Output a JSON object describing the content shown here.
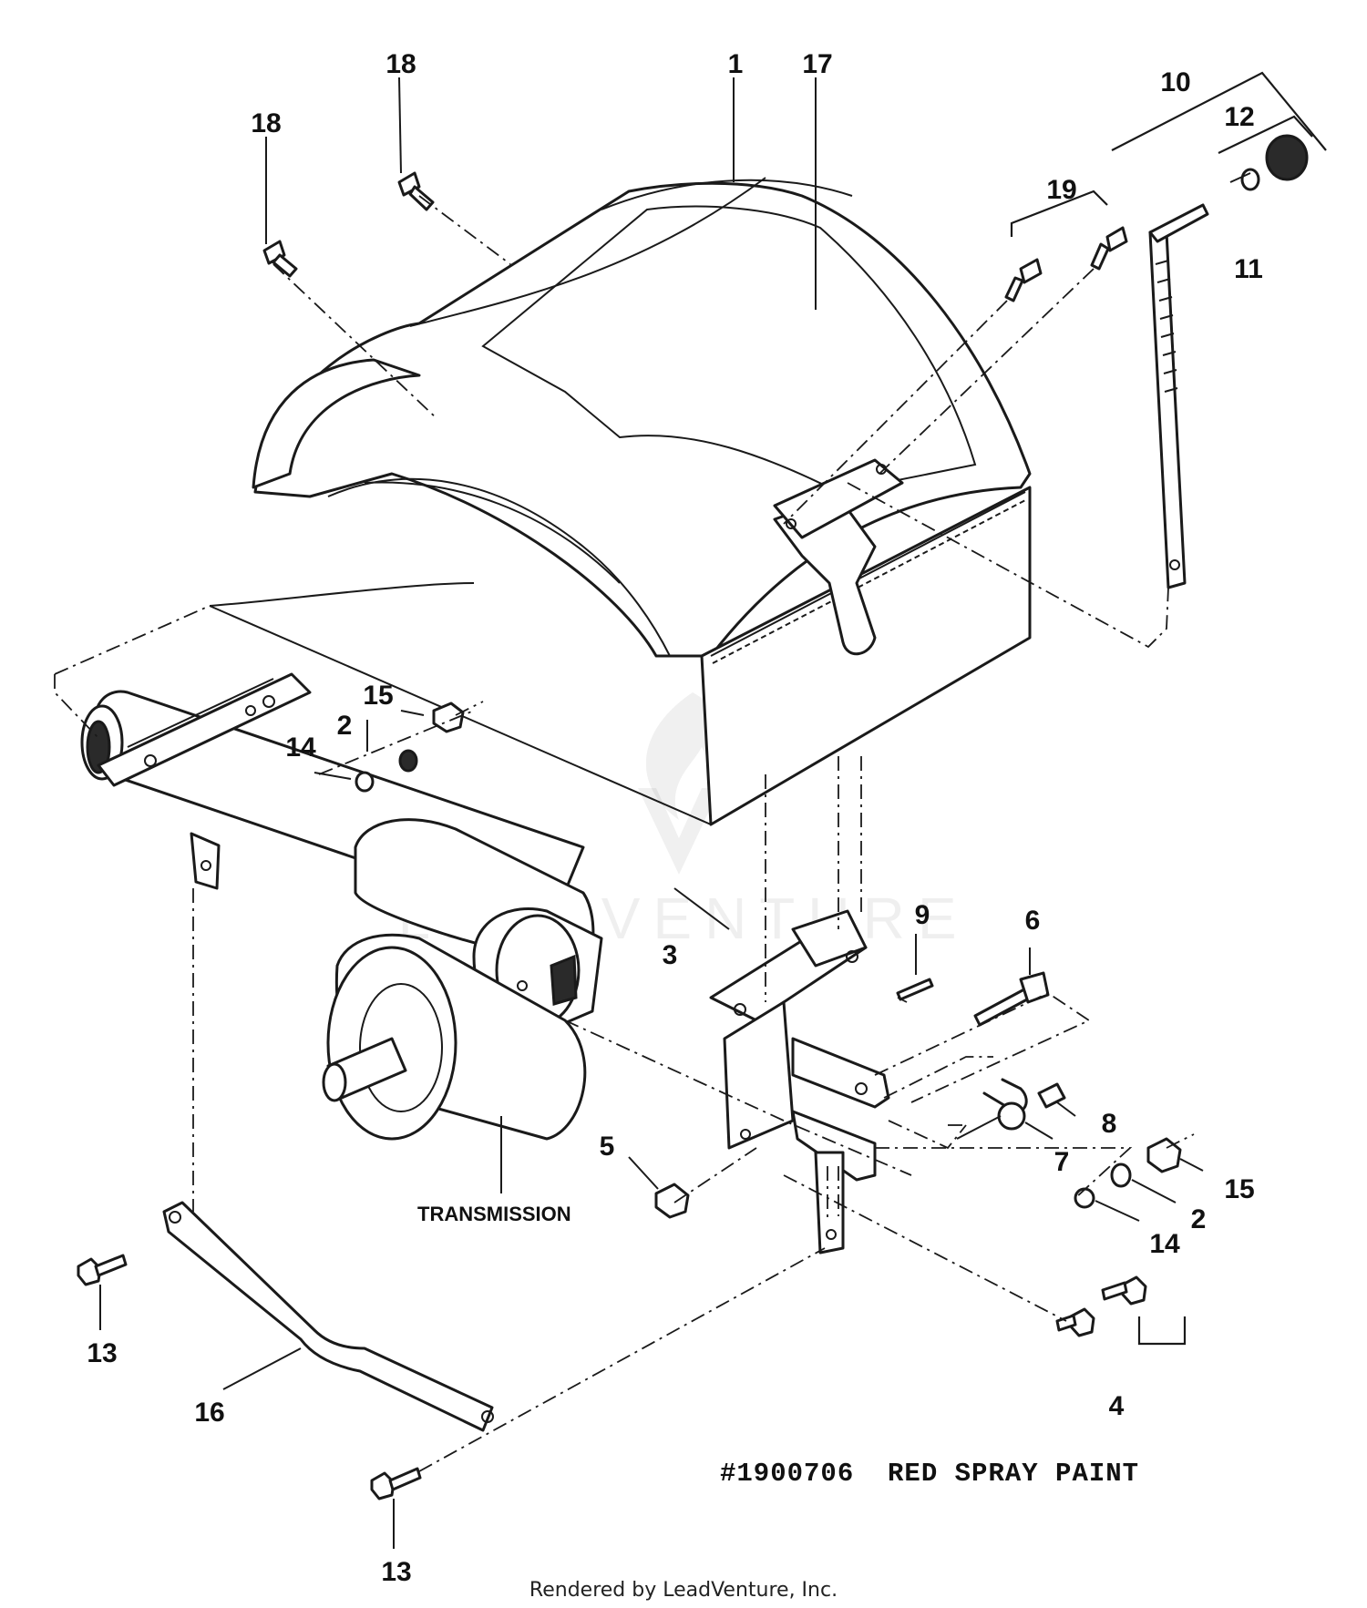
{
  "callouts": [
    {
      "id": "1",
      "text": "1"
    },
    {
      "id": "17",
      "text": "17"
    },
    {
      "id": "18a",
      "text": "18"
    },
    {
      "id": "18b",
      "text": "18"
    },
    {
      "id": "10",
      "text": "10"
    },
    {
      "id": "12",
      "text": "12"
    },
    {
      "id": "11",
      "text": "11"
    },
    {
      "id": "19",
      "text": "19"
    },
    {
      "id": "15a",
      "text": "15"
    },
    {
      "id": "2a",
      "text": "2"
    },
    {
      "id": "14a",
      "text": "14"
    },
    {
      "id": "9",
      "text": "9"
    },
    {
      "id": "6",
      "text": "6"
    },
    {
      "id": "3",
      "text": "3"
    },
    {
      "id": "8",
      "text": "8"
    },
    {
      "id": "7",
      "text": "7"
    },
    {
      "id": "5",
      "text": "5"
    },
    {
      "id": "15b",
      "text": "15"
    },
    {
      "id": "2b",
      "text": "2"
    },
    {
      "id": "14b",
      "text": "14"
    },
    {
      "id": "13a",
      "text": "13"
    },
    {
      "id": "4",
      "text": "4"
    },
    {
      "id": "16",
      "text": "16"
    },
    {
      "id": "13b",
      "text": "13"
    }
  ],
  "labels": {
    "transmission": "TRANSMISSION"
  },
  "note": "#1900706  RED SPRAY PAINT",
  "credit": "Rendered by LeadVenture, Inc.",
  "watermark": "LEADVENTURE"
}
